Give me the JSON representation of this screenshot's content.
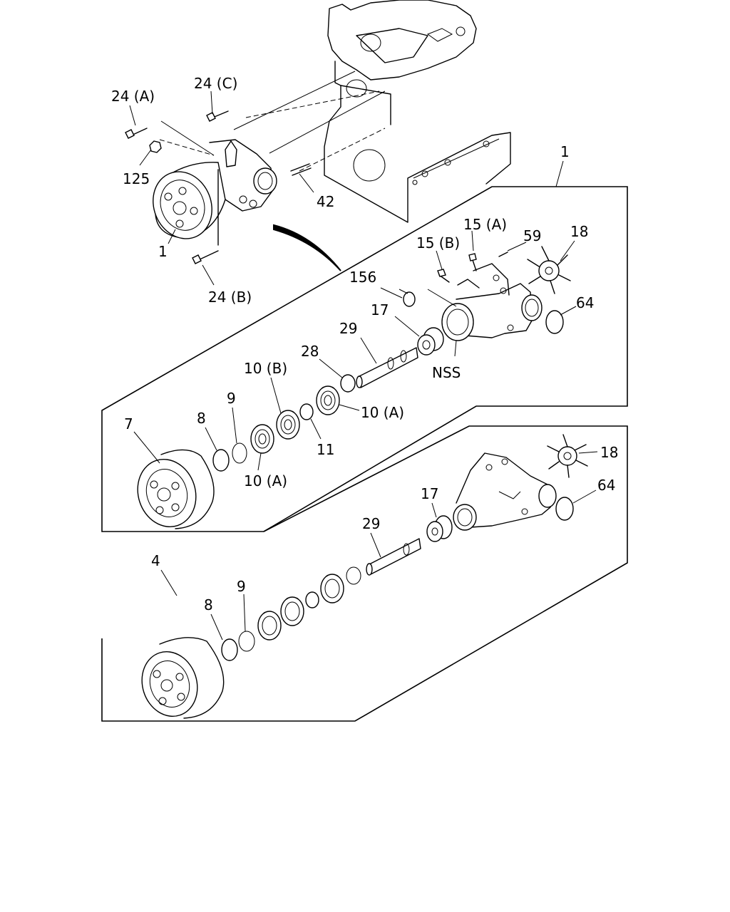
{
  "labels": {
    "p24a": "24 (A)",
    "p24c": "24 (C)",
    "p125": "125",
    "p42": "42",
    "p1a": "1",
    "p24b": "24 (B)",
    "p1b": "1",
    "p15a": "15 (A)",
    "p59": "59",
    "p18a": "18",
    "p15b": "15 (B)",
    "p156": "156",
    "p64a": "64",
    "p17a": "17",
    "p29a": "29",
    "p28": "28",
    "pnss": "NSS",
    "p10b": "10 (B)",
    "p9a": "9",
    "p7": "7",
    "p8a": "8",
    "p10a1": "10 (A)",
    "p11": "11",
    "p10a2": "10 (A)",
    "p18b": "18",
    "p64b": "64",
    "p17b": "17",
    "p29b": "29",
    "p4": "4",
    "p9b": "9",
    "p8b": "8"
  }
}
